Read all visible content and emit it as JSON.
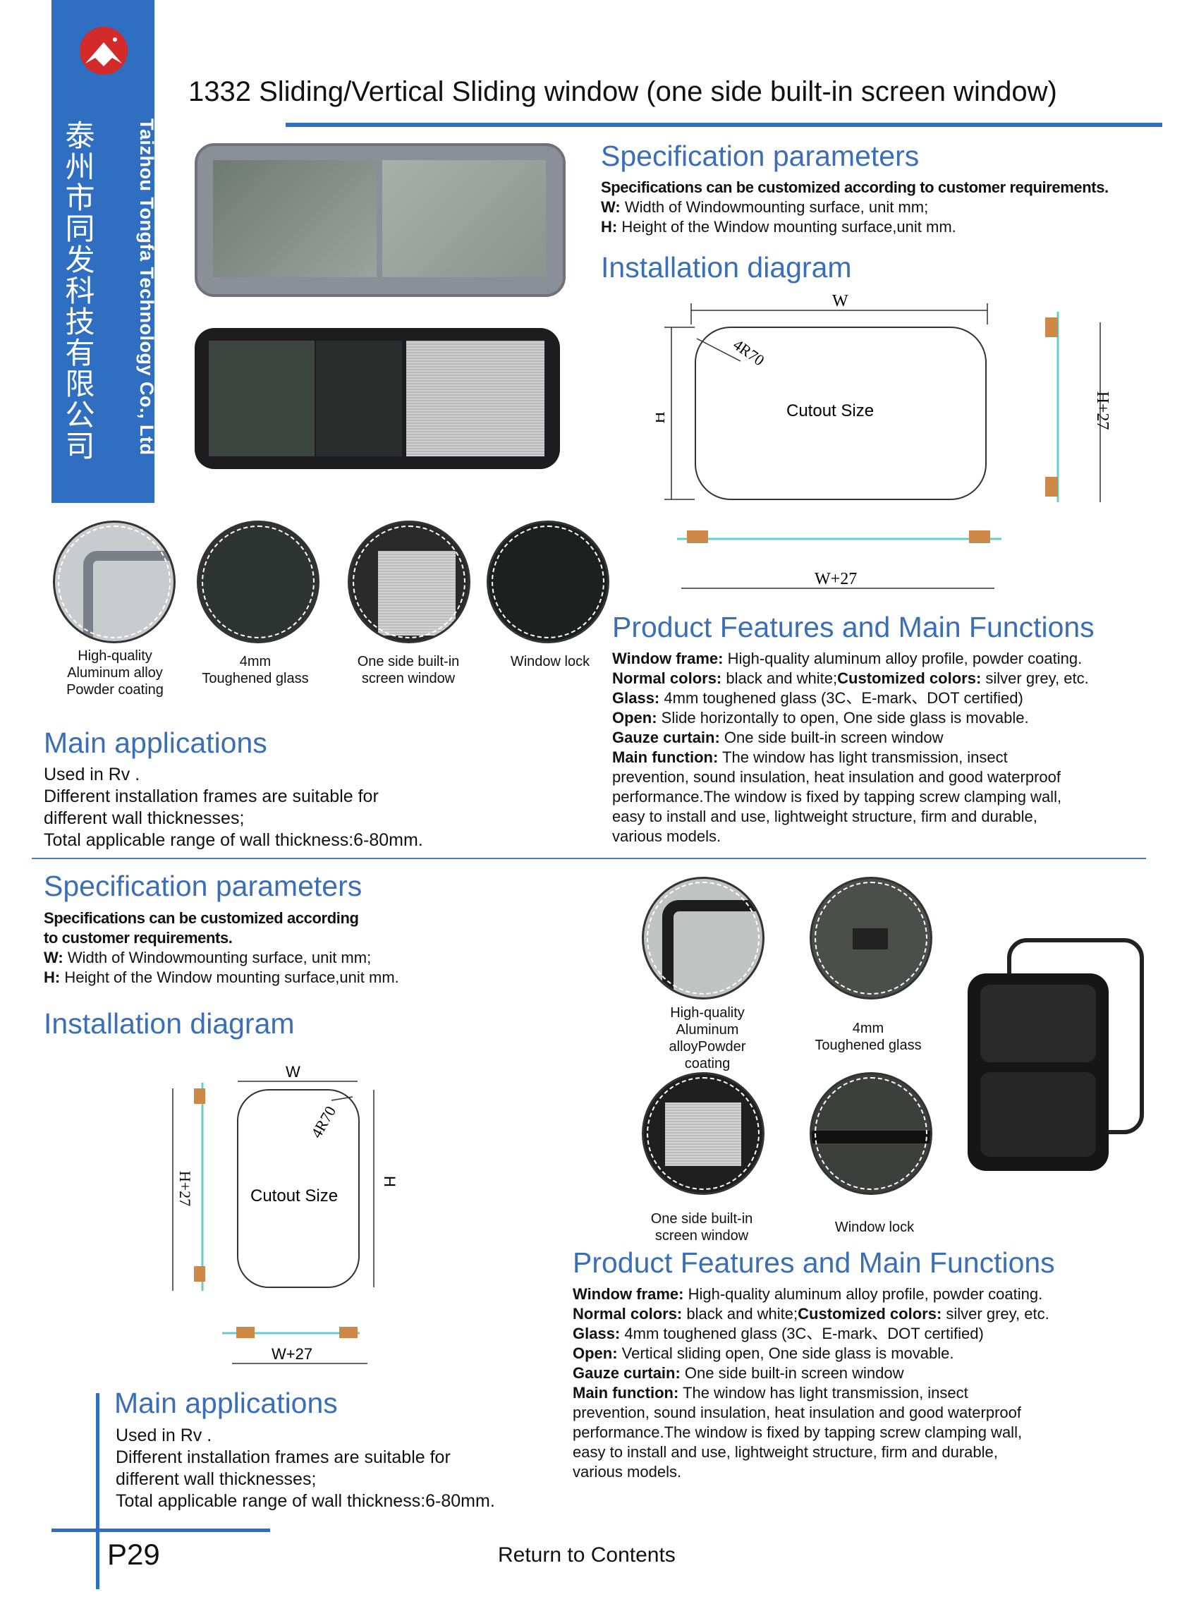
{
  "brand": {
    "company_cn": "泰州市同发科技有限公司",
    "company_en": "Taizhou Tongfa Technology Co., Ltd"
  },
  "page_title": "1332 Sliding/Vertical Sliding window (one side built-in screen window)",
  "top": {
    "spec": {
      "title": "Specification parameters",
      "note": "Specifications can be customized according to customer requirements.",
      "w_label": "W:",
      "w_text": " Width of Windowmounting surface, unit mm;",
      "h_label": "H:",
      "h_text": " Height of the Window mounting surface,unit mm."
    },
    "install": {
      "title": "Installation diagram",
      "w": "W",
      "h": "H",
      "radius": "4R70",
      "cutout": "Cutout Size",
      "h27": "H+27",
      "w27": "W+27"
    },
    "captions": [
      [
        "High-quality",
        "Aluminum alloy",
        "Powder coating"
      ],
      [
        "4mm",
        "Toughened glass"
      ],
      [
        "One side built-in",
        "screen window"
      ],
      [
        "Window lock"
      ]
    ],
    "features": {
      "title": "Product Features and Main Functions",
      "frame_label": "Window frame:",
      "frame_text": " High-quality aluminum alloy profile, powder coating.",
      "colors_label": "Normal colors:",
      "colors_text": " black and white;",
      "custom_label": "Customized colors:",
      "custom_text": " silver grey, etc.",
      "glass_label": "Glass:",
      "glass_text": " 4mm toughened glass (3C、E-mark、DOT certified)",
      "open_label": "Open:",
      "open_text": " Slide horizontally to open, One side glass is movable.",
      "gauze_label": "Gauze curtain:",
      "gauze_text": " One side built-in screen window",
      "func_label": "Main function:",
      "func_lines": [
        " The window has light transmission, insect",
        "prevention, sound insulation, heat insulation and good waterproof",
        "performance.The window is fixed by tapping screw clamping wall,",
        "easy to install and use, lightweight structure, firm and durable,",
        "various models."
      ]
    },
    "apps": {
      "title": "Main applications",
      "lines": [
        "Used in Rv .",
        "Different installation frames are suitable for",
        "different wall thicknesses;",
        "Total applicable range of wall thickness:6-80mm."
      ]
    }
  },
  "bottom": {
    "spec": {
      "title": "Specification parameters",
      "note_lines": [
        "Specifications can be customized according",
        "to customer requirements."
      ],
      "w_label": "W:",
      "w_text": " Width of Windowmounting surface, unit mm;",
      "h_label": "H:",
      "h_text": " Height of the Window mounting surface,unit mm."
    },
    "install": {
      "title": "Installation diagram",
      "w": "W",
      "h": "H",
      "radius": "4R70",
      "cutout": "Cutout Size",
      "h27": "H+27",
      "w27": "W+27"
    },
    "captions": [
      [
        "High-quality",
        "Aluminum",
        "alloyPowder",
        "coating"
      ],
      [
        "4mm",
        "Toughened glass"
      ],
      [
        "One side built-in",
        "screen window"
      ],
      [
        "Window lock"
      ]
    ],
    "features": {
      "title": "Product Features and Main Functions",
      "frame_label": "Window frame:",
      "frame_text": " High-quality aluminum alloy profile, powder coating.",
      "colors_label": "Normal colors:",
      "colors_text": " black and white;",
      "custom_label": "Customized colors:",
      "custom_text": " silver grey, etc.",
      "glass_label": "Glass:",
      "glass_text": " 4mm toughened glass (3C、E-mark、DOT certified)",
      "open_label": "Open:",
      "open_text": " Vertical sliding open, One side glass is movable.",
      "gauze_label": "Gauze curtain:",
      "gauze_text": " One side built-in screen window",
      "func_label": "Main function:",
      "func_lines": [
        " The window has light transmission, insect",
        "prevention, sound insulation, heat insulation and good waterproof",
        "performance.The window is fixed by tapping screw clamping wall,",
        "easy to install and use, lightweight structure, firm and durable,",
        "various models."
      ]
    },
    "apps": {
      "title": "Main applications",
      "lines": [
        "Used in Rv .",
        "Different installation frames are suitable for",
        "different wall thicknesses;",
        "Total applicable range of wall thickness:6-80mm."
      ]
    }
  },
  "footer": {
    "page": "P29",
    "link": "Return to Contents"
  },
  "colors": {
    "brand_blue": "#2f6ec1",
    "heading_blue": "#3a6fb7"
  }
}
